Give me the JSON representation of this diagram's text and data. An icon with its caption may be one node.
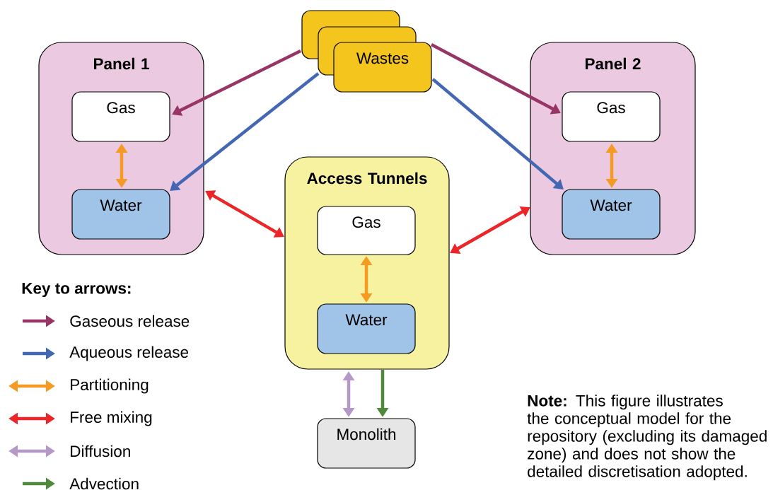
{
  "diagram": {
    "nodes": [
      {
        "text": [
          "Wastes"
        ]
      },
      {
        "text": [
          "Panel 1"
        ]
      },
      {
        "text": [
          "Gas"
        ],
        "in": 1
      },
      {
        "text": [
          "Water"
        ],
        "in": 1
      },
      {
        "text": [
          "Access Tunnels"
        ]
      },
      {
        "text": [
          "Gas"
        ],
        "in": 4
      },
      {
        "text": [
          "Water"
        ],
        "in": 4
      },
      {
        "text": [
          "Panel 2"
        ]
      },
      {
        "text": [
          "Gas"
        ],
        "in": 7
      },
      {
        "text": [
          "Water"
        ],
        "in": 7
      },
      {
        "text": [
          "Monolith"
        ]
      }
    ],
    "edges": [
      {
        "from": 0,
        "to": 2,
        "arrow": "to",
        "color": "#983567"
      },
      {
        "from": 0,
        "to": 3,
        "arrow": "to",
        "color": "#4467b4"
      },
      {
        "from": 0,
        "to": 8,
        "arrow": "to",
        "color": "#983567"
      },
      {
        "from": 0,
        "to": 9,
        "arrow": "to",
        "color": "#4467b4"
      },
      {
        "from": 2,
        "to": 3,
        "arrow": "both",
        "color": "#f59a23"
      },
      {
        "from": 1,
        "to": 4,
        "arrow": "both",
        "color": "#ec2528"
      },
      {
        "from": 4,
        "to": 7,
        "arrow": "both",
        "color": "#ec2528"
      },
      {
        "from": 5,
        "to": 6,
        "arrow": "both",
        "color": "#f59a23"
      },
      {
        "from": 8,
        "to": 9,
        "arrow": "both",
        "color": "#f59a23"
      },
      {
        "from": 4,
        "to": 10,
        "arrow": "both",
        "color": "#b498c8"
      },
      {
        "from": 4,
        "to": 10,
        "arrow": "to",
        "color": "#4f8a3c"
      }
    ],
    "labels": [
      "Key to arrows:",
      "**Note:**  This figure illustrates the conceptual model for the repository (excluding its damaged zone) and does not show the detailed discretisation adopted."
    ],
    "legend": [
      {
        "text": "Gaseous release"
      },
      {
        "text": "Aqueous release"
      },
      {
        "text": "Partitioning"
      },
      {
        "text": "Free mixing"
      },
      {
        "text": "Diffusion"
      },
      {
        "text": "Advection"
      }
    ]
  }
}
